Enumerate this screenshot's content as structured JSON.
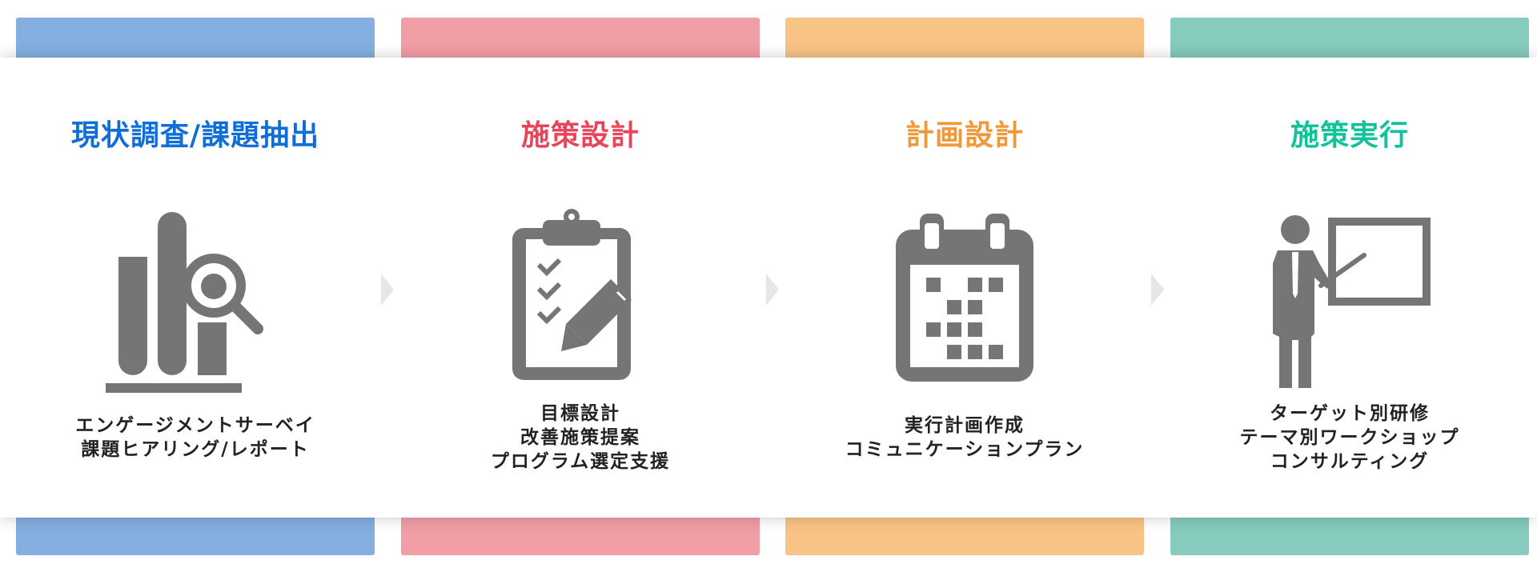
{
  "steps": [
    {
      "title": "現状調査/課題抽出",
      "color": "#0f6fd6",
      "bar_color": "#84afe0",
      "icon": "analytics-chart-magnifier-icon",
      "description": [
        "エンゲージメントサーベイ",
        "課題ヒアリング/レポート"
      ]
    },
    {
      "title": "施策設計",
      "color": "#e8455a",
      "bar_color": "#f19ea6",
      "icon": "clipboard-checklist-pencil-icon",
      "description": [
        "目標設計",
        "改善施策提案",
        "プログラム選定支援"
      ]
    },
    {
      "title": "計画設計",
      "color": "#f0993a",
      "bar_color": "#f8c485",
      "icon": "calendar-icon",
      "description": [
        "実行計画作成",
        "コミュニケーションプラン"
      ]
    },
    {
      "title": "施策実行",
      "color": "#12c29a",
      "bar_color": "#86cbbd",
      "icon": "presenter-whiteboard-icon",
      "description": [
        "ターゲット別研修",
        "テーマ別ワークショップ",
        "コンサルティング"
      ]
    }
  ],
  "icon_color": "#757575",
  "arrow_color": "#e6e6e6"
}
